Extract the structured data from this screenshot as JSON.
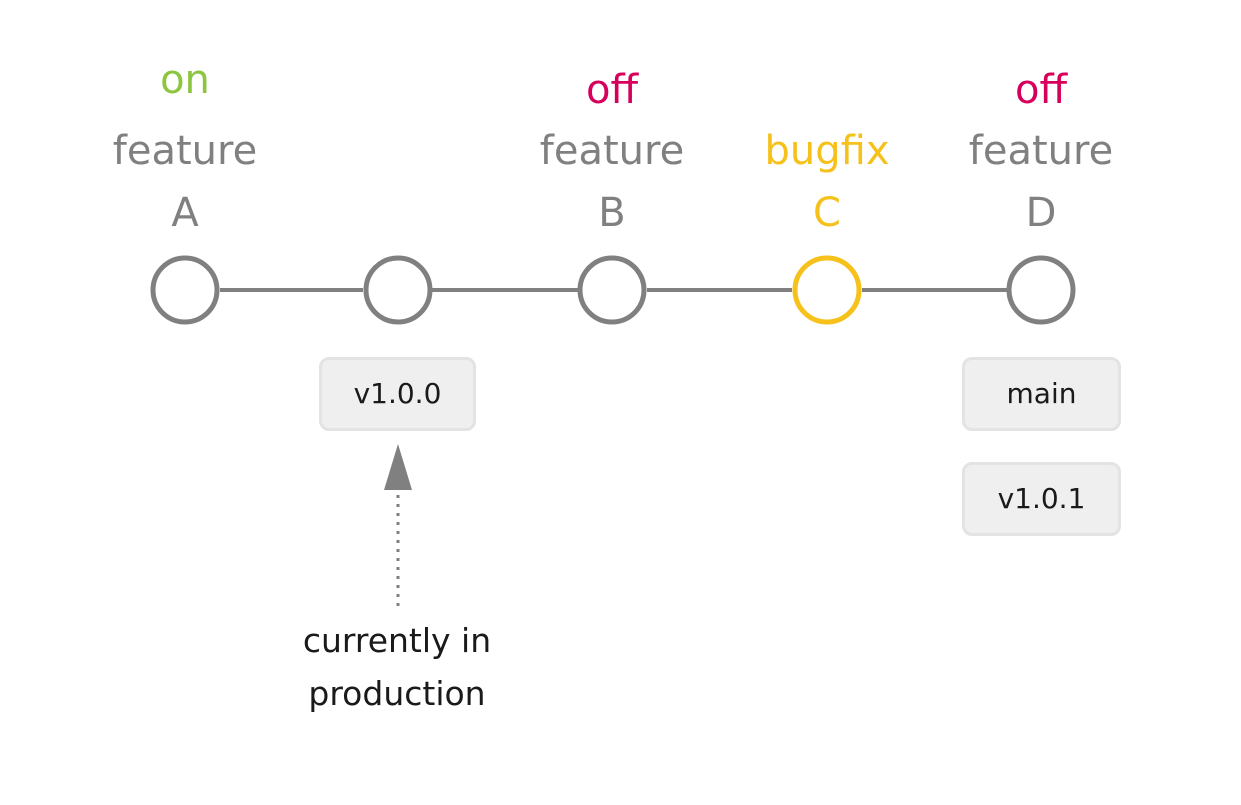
{
  "colors": {
    "on": "#8cc63f",
    "off": "#d6005c",
    "bugfix": "#f5c11a",
    "neutral": "#808080",
    "text_dark": "#1a1a1a",
    "tag_bg": "#efefef",
    "tag_border": "#e3e3e3"
  },
  "commits": [
    {
      "status": "on",
      "kind": "feature",
      "letter": "A",
      "highlight": false
    },
    {
      "status": "",
      "kind": "",
      "letter": "",
      "highlight": false
    },
    {
      "status": "off",
      "kind": "feature",
      "letter": "B",
      "highlight": false
    },
    {
      "status": "",
      "kind": "bugfix",
      "letter": "C",
      "highlight": true
    },
    {
      "status": "off",
      "kind": "feature",
      "letter": "D",
      "highlight": false
    }
  ],
  "tags": {
    "release_old": "v1.0.0",
    "branch_main": "main",
    "release_new": "v1.0.1"
  },
  "annotation": {
    "line1": "currently in",
    "line2": "production"
  }
}
